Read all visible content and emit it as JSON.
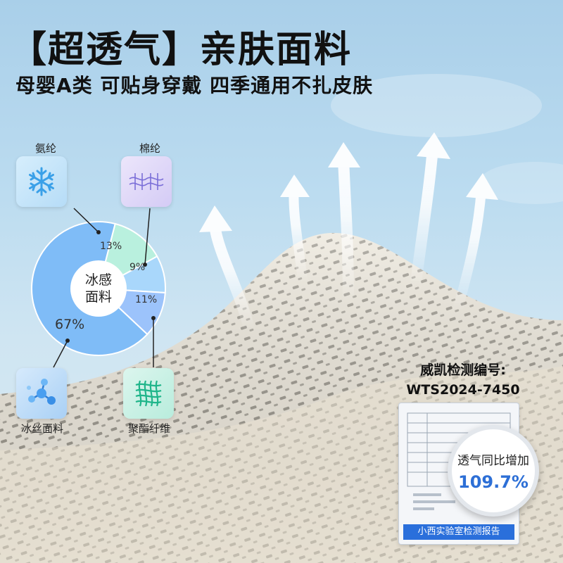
{
  "header": {
    "title": "【超透气】亲肤面料",
    "subtitle": "母婴A类 可贴身穿戴 四季通用不扎皮肤"
  },
  "composition": {
    "center_label_line1": "冰感",
    "center_label_line2": "面料",
    "items": [
      {
        "label": "氨纶",
        "percent_text": "13%",
        "percent": 13,
        "icon": "snowflake-icon",
        "color": "#b9f0de"
      },
      {
        "label": "棉纶",
        "percent_text": "9%",
        "percent": 9,
        "icon": "fiber-weave-icon",
        "color": "#a9d7fb"
      },
      {
        "label": "聚酯纤维",
        "percent_text": "11%",
        "percent": 11,
        "icon": "mesh-grid-icon",
        "color": "#9cc3fb"
      },
      {
        "label": "冰丝面料",
        "percent_text": "67%",
        "percent": 67,
        "icon": "molecule-icon",
        "color": "#7fbcf7"
      }
    ]
  },
  "report": {
    "code_label": "威凯检测编号:",
    "code_value": "WTS2024-7450",
    "magnifier_label": "透气同比增加",
    "magnifier_value": "109.7%",
    "footer": "小西实验室检测报告"
  }
}
